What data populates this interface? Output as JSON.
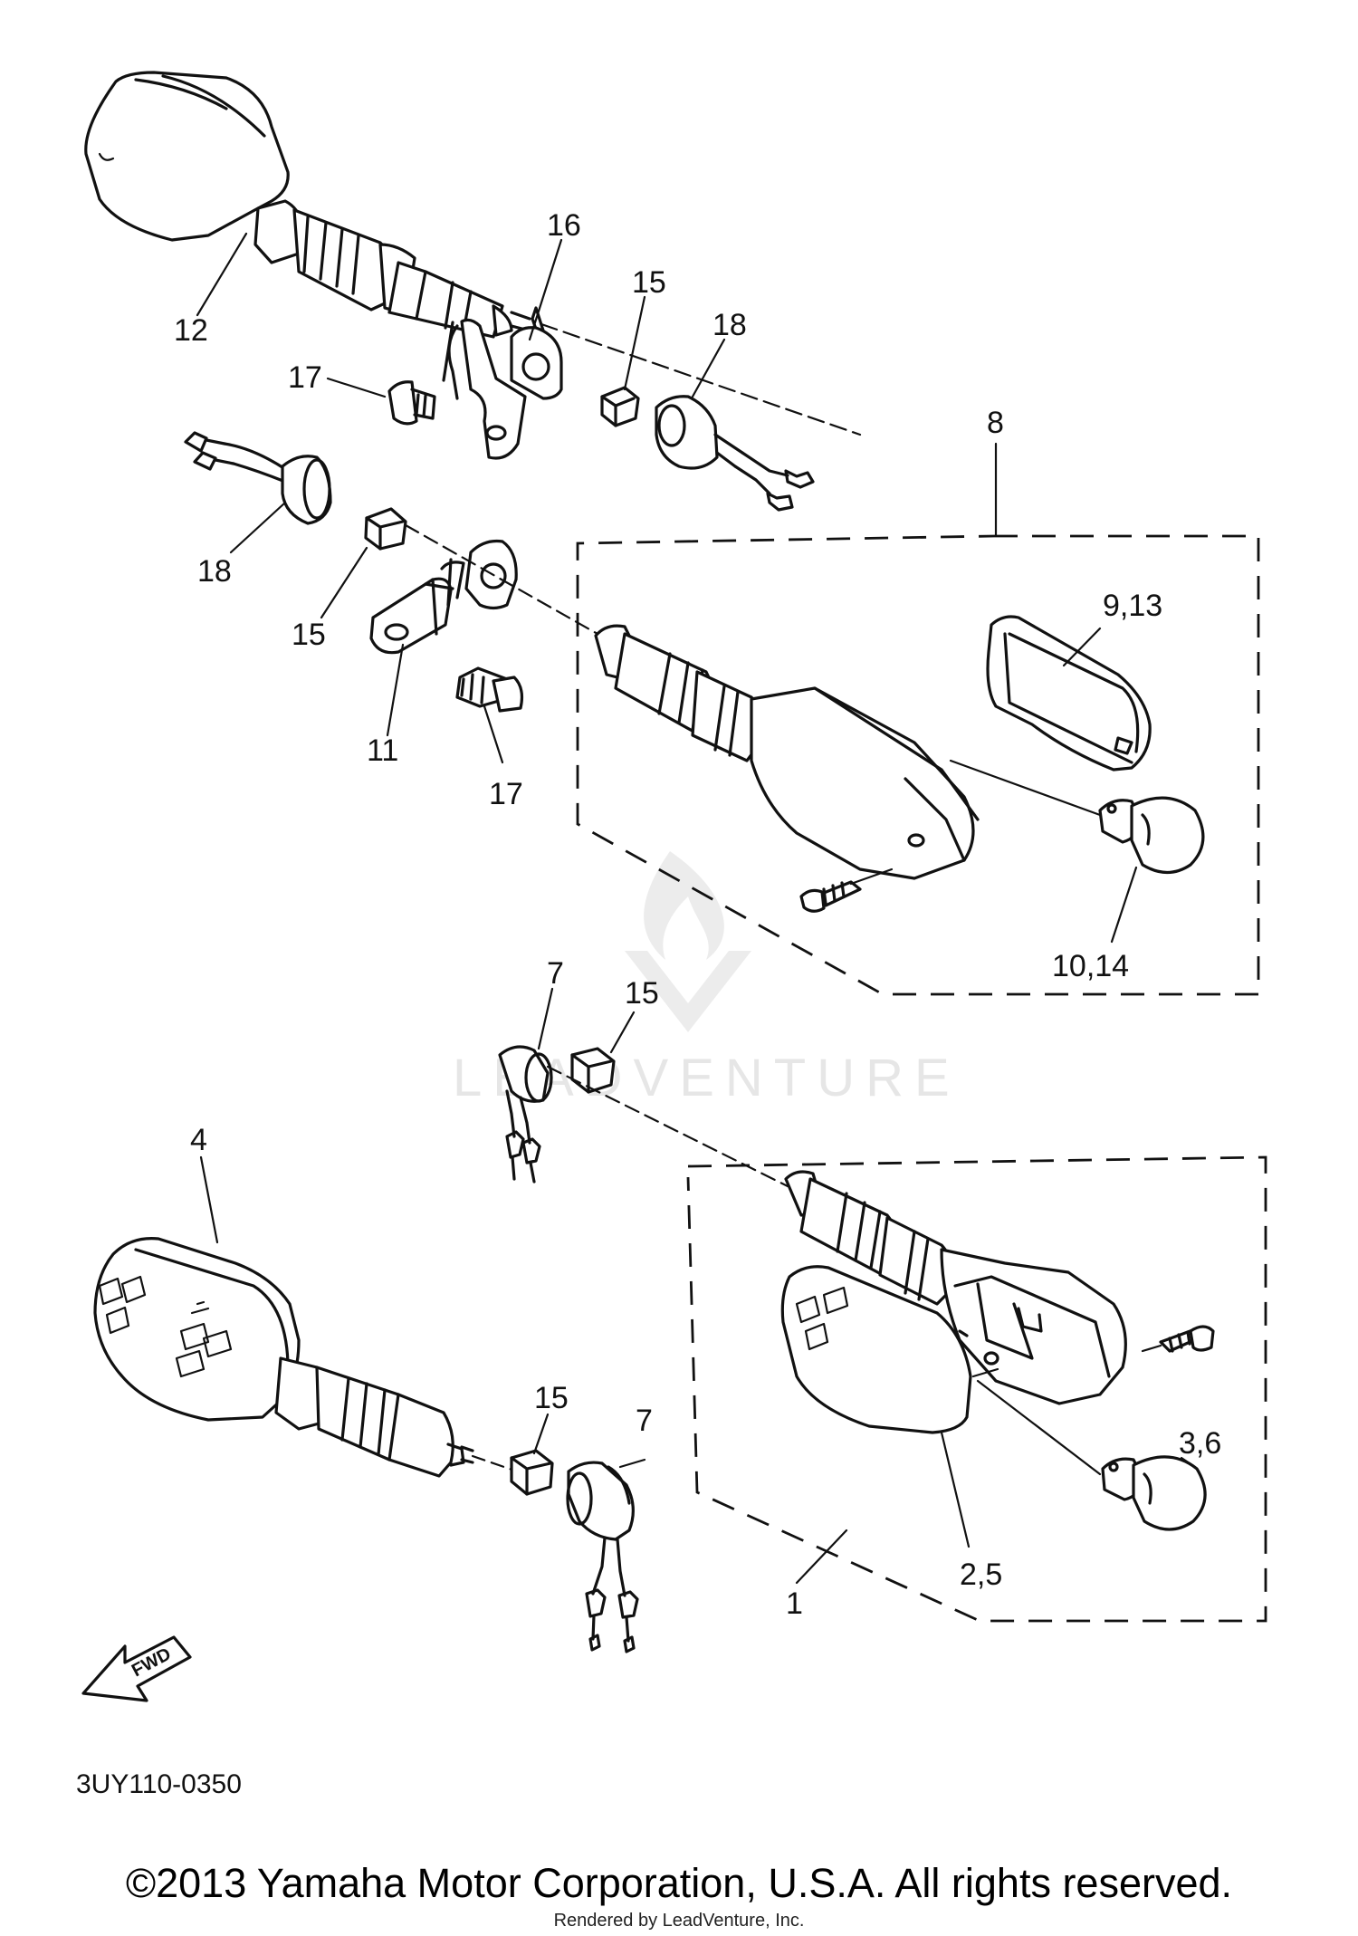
{
  "diagram": {
    "callouts": [
      {
        "id": "c12",
        "text": "12"
      },
      {
        "id": "c16",
        "text": "16"
      },
      {
        "id": "c15a",
        "text": "15"
      },
      {
        "id": "c18a",
        "text": "18"
      },
      {
        "id": "c17a",
        "text": "17"
      },
      {
        "id": "c8",
        "text": "8"
      },
      {
        "id": "c18b",
        "text": "18"
      },
      {
        "id": "c15b",
        "text": "15"
      },
      {
        "id": "c11",
        "text": "11"
      },
      {
        "id": "c17b",
        "text": "17"
      },
      {
        "id": "c913",
        "text": "9,13"
      },
      {
        "id": "c1014",
        "text": "10,14"
      },
      {
        "id": "c7a",
        "text": "7"
      },
      {
        "id": "c15c",
        "text": "15"
      },
      {
        "id": "c4",
        "text": "4"
      },
      {
        "id": "c15d",
        "text": "15"
      },
      {
        "id": "c7b",
        "text": "7"
      },
      {
        "id": "c36",
        "text": "3,6"
      },
      {
        "id": "c25",
        "text": "2,5"
      },
      {
        "id": "c1",
        "text": "1"
      }
    ],
    "fwd_label": "FWD",
    "diagram_code": "3UY110-0350",
    "watermark": "LEADVENTURE"
  },
  "footer": {
    "copyright": "©2013 Yamaha Motor Corporation, U.S.A. All rights reserved.",
    "rendered_by": "Rendered by LeadVenture, Inc."
  }
}
